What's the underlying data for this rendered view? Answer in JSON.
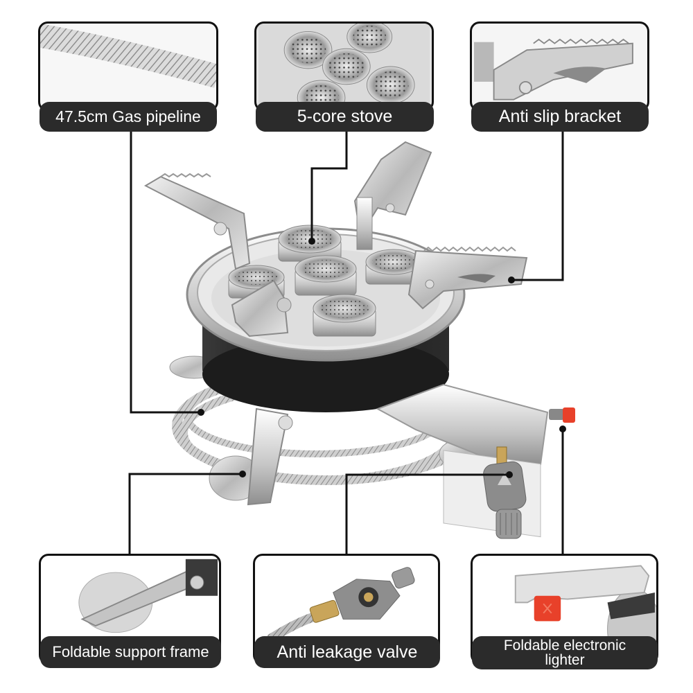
{
  "features": {
    "top": [
      {
        "id": "gas-pipeline",
        "label": "47.5cm Gas pipeline",
        "icon": "braided-hose-icon"
      },
      {
        "id": "five-core-stove",
        "label": "5-core stove",
        "icon": "burner-heads-icon"
      },
      {
        "id": "anti-slip-bracket",
        "label": "Anti slip bracket",
        "icon": "serrated-pot-support-icon"
      }
    ],
    "bottom": [
      {
        "id": "foldable-support-frame",
        "label": "Foldable support frame",
        "icon": "folding-leg-icon"
      },
      {
        "id": "anti-leakage-valve",
        "label": "Anti leakage valve",
        "icon": "gas-valve-icon"
      },
      {
        "id": "foldable-electronic-lighter",
        "label": "Foldable electronic lighter",
        "label_line1": "Foldable electronic",
        "label_line2": "lighter",
        "icon": "igniter-button-icon"
      }
    ]
  },
  "product": {
    "name_icon": "five-burner-camping-stove-icon",
    "colors": {
      "label_bg": "#2b2b2b",
      "label_text": "#ffffff",
      "box_border": "#111111",
      "stove_body": "#1e1e1e",
      "steel": "#c9c9c9",
      "igniter": "#e8412a",
      "brass": "#c9a55a",
      "callout_line": "#111111"
    }
  }
}
